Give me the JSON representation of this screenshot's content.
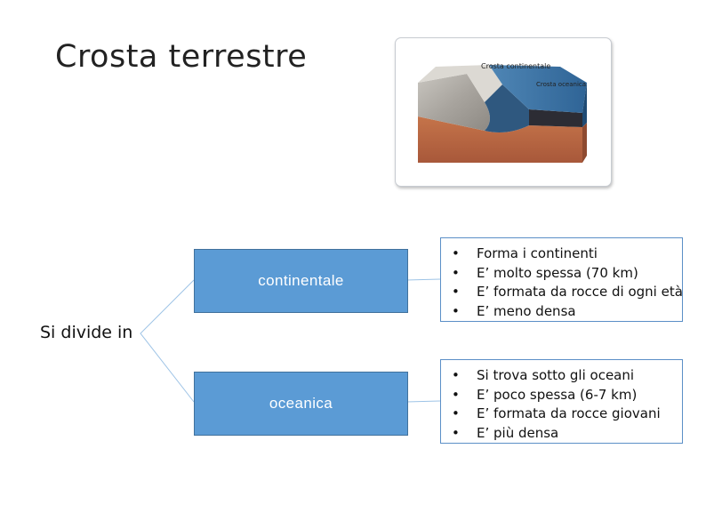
{
  "title": "Crosta terrestre",
  "figure": {
    "label_continental": "Crosta continentale",
    "label_oceanic": "Crosta oceanica"
  },
  "root": "Si divide in",
  "branches": [
    {
      "label": "continentale",
      "properties": [
        "Forma i continenti",
        "E’ molto spessa (70 km)",
        "E’ formata da rocce di ogni età",
        "E’ meno densa"
      ]
    },
    {
      "label": "oceanica",
      "properties": [
        "Si trova sotto gli oceani",
        "E’ poco spessa (6-7 km)",
        "E’ formata da rocce giovani",
        "E’ più densa"
      ]
    }
  ],
  "colors": {
    "node_fill": "#5b9bd5",
    "node_border": "#41719c",
    "connector": "#9dc3e6",
    "box_border": "#5b8fc7"
  }
}
